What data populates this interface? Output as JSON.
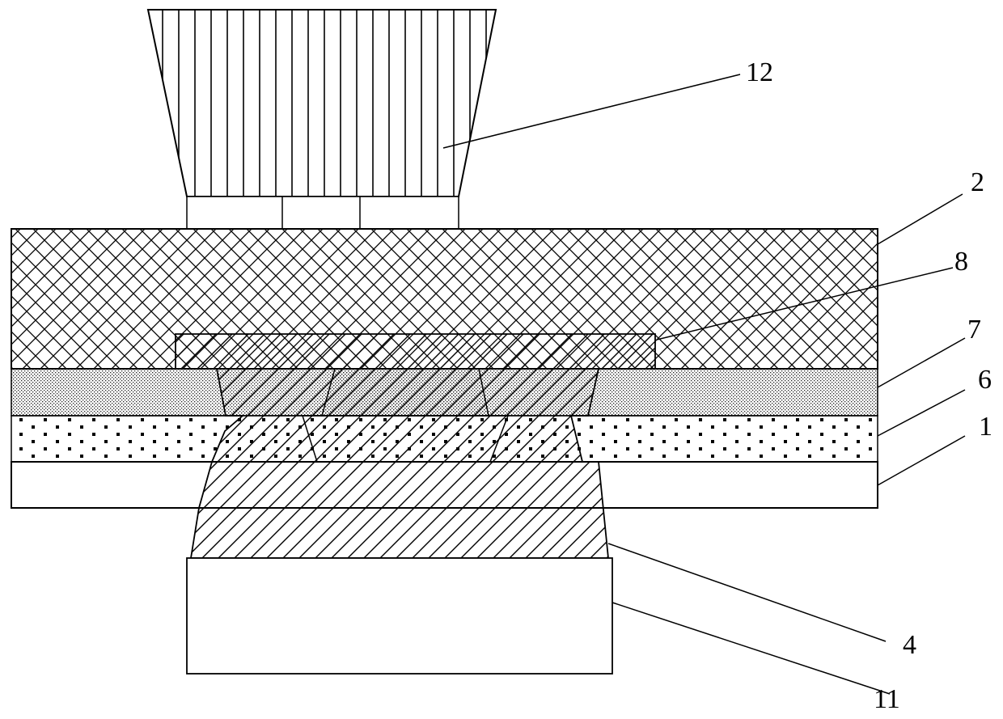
{
  "labels": {
    "l12": "12",
    "l2": "2",
    "l8": "8",
    "l7": "7",
    "l6": "6",
    "l1": "1",
    "l4": "4",
    "l11": "11"
  }
}
